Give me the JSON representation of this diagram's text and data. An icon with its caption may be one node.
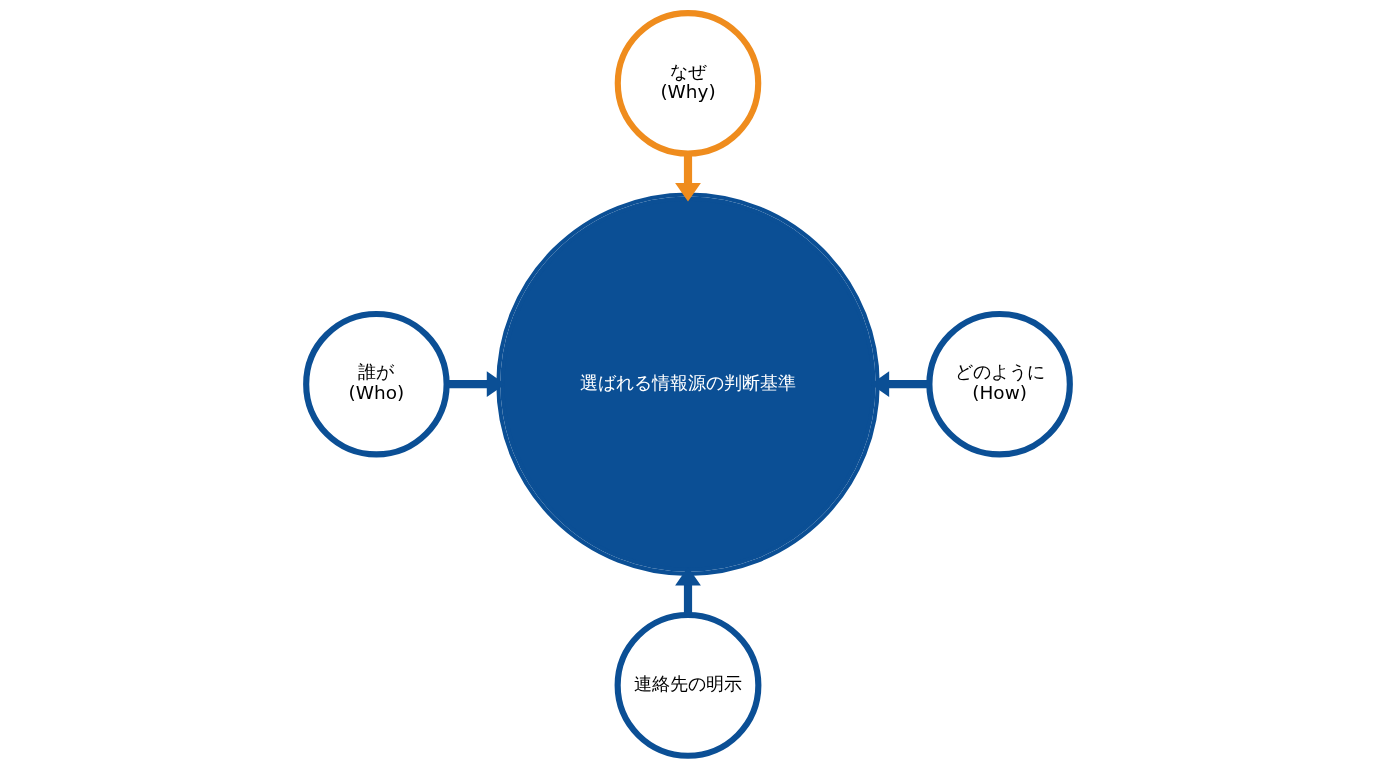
{
  "diagram": {
    "nodes": [
      {
        "text": [
          "なぜ",
          "(Why)"
        ]
      },
      {
        "text": [
          "誰が",
          "(Who)"
        ]
      },
      {
        "text": [
          "選ばれる情報源の判断基準"
        ]
      },
      {
        "text": [
          "どのように",
          "(How)"
        ]
      },
      {
        "text": [
          "連絡先の明示"
        ]
      }
    ],
    "edges": [
      {
        "from": 0,
        "to": 2,
        "arrow": "to",
        "color": "#ef8c1d"
      },
      {
        "from": 1,
        "to": 2,
        "arrow": "to"
      },
      {
        "from": 3,
        "to": 2,
        "arrow": "to"
      },
      {
        "from": 4,
        "to": 2,
        "arrow": "to"
      }
    ]
  }
}
